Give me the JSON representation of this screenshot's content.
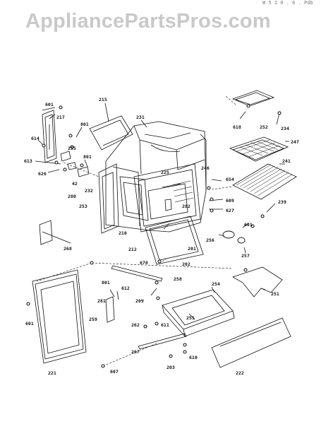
{
  "watermark": "AppliancePartsPros.com",
  "header_code": "W 5 1 0 . 6 . Pdb",
  "labels": {
    "l215": "215",
    "l231": "231",
    "l601a": "601",
    "l217": "217",
    "l801a": "801",
    "l614": "614",
    "l255": "255",
    "l613": "613",
    "l626": "626",
    "l801b": "801",
    "l42": "42",
    "l280": "280",
    "l232": "232",
    "l253": "253",
    "l210": "210",
    "l212": "212",
    "l225": "225",
    "l282": "282",
    "l201": "201",
    "l202": "202",
    "l670": "670",
    "l258": "258",
    "l801c": "801",
    "l268": "268",
    "l246": "246",
    "l654": "654",
    "l609": "609",
    "l627": "627",
    "l241": "241",
    "l247": "247",
    "l618": "618",
    "l252": "252",
    "l234": "234",
    "l239": "239",
    "l601b": "601",
    "l256": "256",
    "l257": "257",
    "l251": "251",
    "l254": "254",
    "l281": "281",
    "l612": "612",
    "l209": "209",
    "l259": "259",
    "l262": "262",
    "l611": "611",
    "l255b": "255",
    "l267": "267",
    "l610": "610",
    "l203": "203",
    "l601c": "601",
    "l221": "221",
    "l607": "607",
    "l222": "222"
  },
  "icons": [
    "screw-icon",
    "bracket-icon"
  ]
}
